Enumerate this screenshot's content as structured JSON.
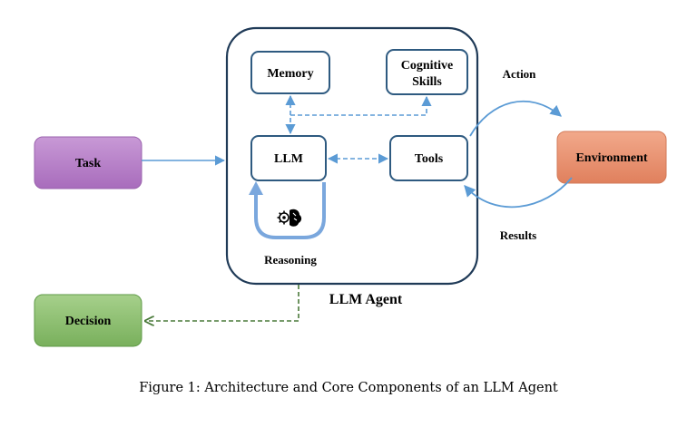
{
  "diagram": {
    "nodes": {
      "memory": "Memory",
      "cognitive_line1": "Cognitive",
      "cognitive_line2": "Skills",
      "llm": "LLM",
      "tools": "Tools",
      "task": "Task",
      "environment": "Environment",
      "decision": "Decision"
    },
    "labels": {
      "action": "Action",
      "results": "Results",
      "reasoning": "Reasoning",
      "agent": "LLM Agent"
    },
    "colors": {
      "agent_border": "#1f3a57",
      "inner_border": "#2e5a80",
      "arrow_blue": "#5b9bd5",
      "reasoning_loop": "#7aa7dd",
      "task_fill": "#b782c8",
      "environment_fill": "#ec9574",
      "decision_fill": "#8fc072",
      "decision_arrow": "#4a7a3a"
    },
    "icons": {
      "reasoning": "brain-gear-icon"
    }
  },
  "caption": "Figure 1: Architecture and Core Components of an LLM Agent"
}
